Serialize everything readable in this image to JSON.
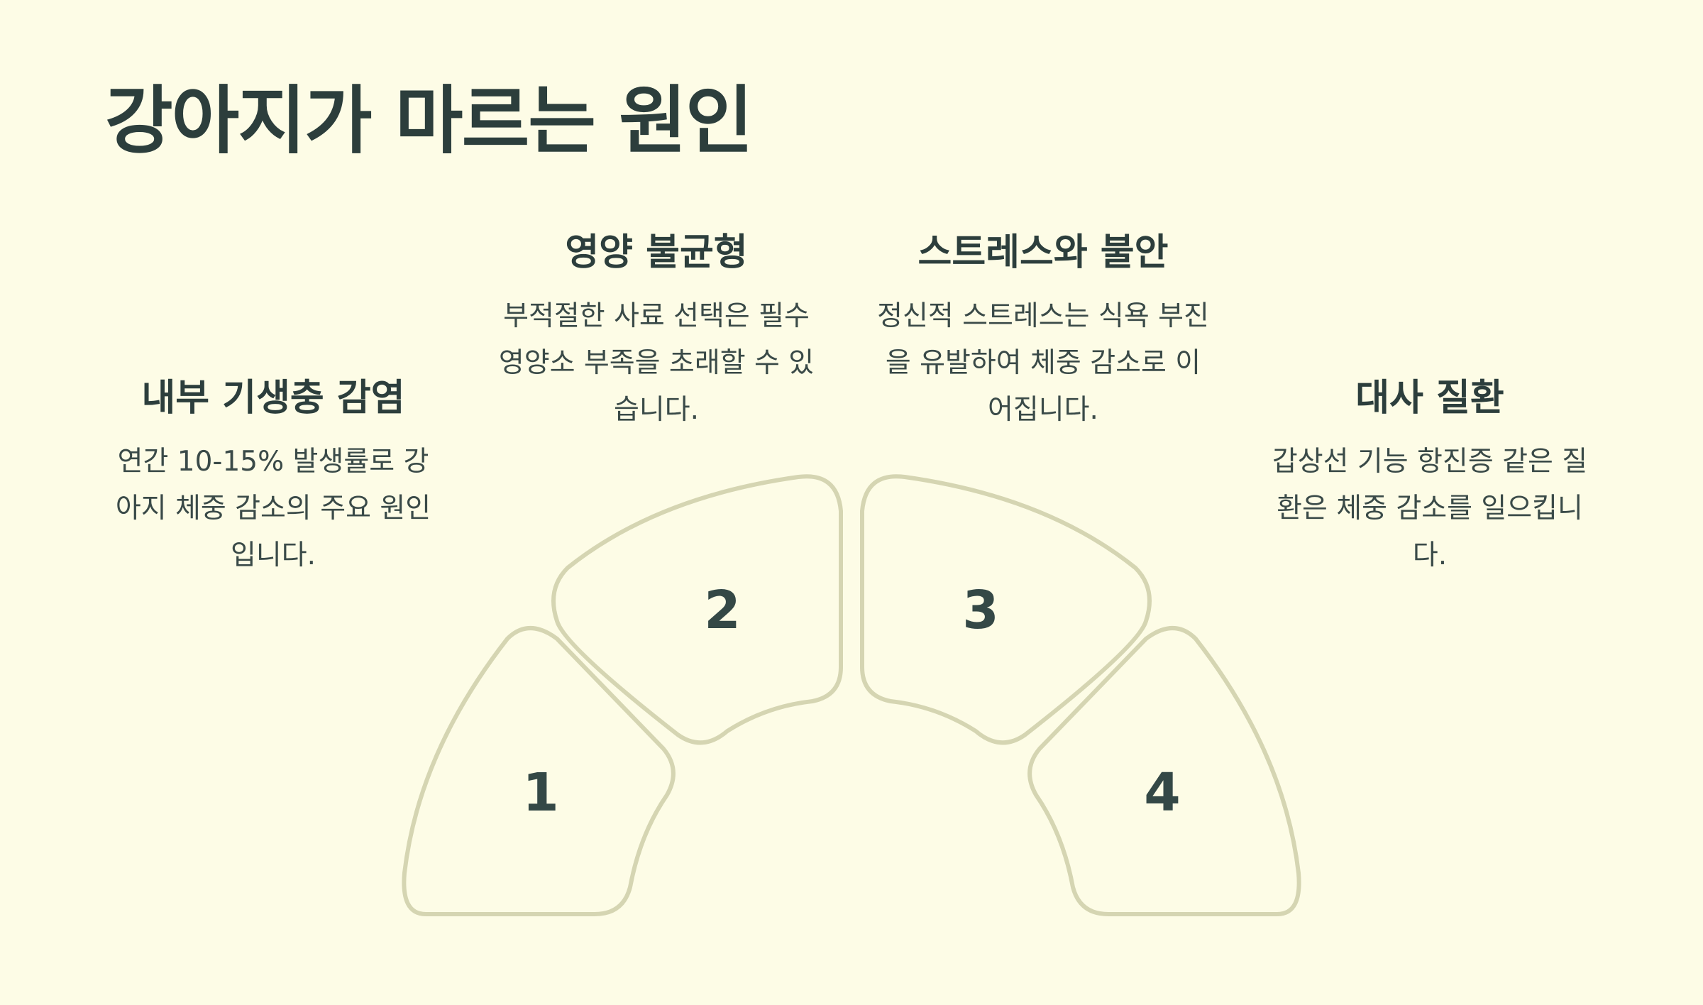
{
  "title": "강아지가 마르는 원인",
  "causes": [
    {
      "number": "1",
      "heading": "내부 기생충 감염",
      "description": "연간 10-15% 발생률로 강아지 체중 감소의 주요 원인입니다."
    },
    {
      "number": "2",
      "heading": "영양 불균형",
      "description": "부적절한 사료 선택은 필수 영양소 부족을 초래할 수 있습니다."
    },
    {
      "number": "3",
      "heading": "스트레스와 불안",
      "description": "정신적 스트레스는 식욕 부진을 유발하여 체중 감소로 이어집니다."
    },
    {
      "number": "4",
      "heading": "대사 질환",
      "description": "갑상선 기능 항진증 같은 질환은 체중 감소를 일으킵니다."
    }
  ],
  "colors": {
    "background": "#fdfce6",
    "text": "#2c3e3c",
    "segment_stroke": "#d5d5b2"
  }
}
